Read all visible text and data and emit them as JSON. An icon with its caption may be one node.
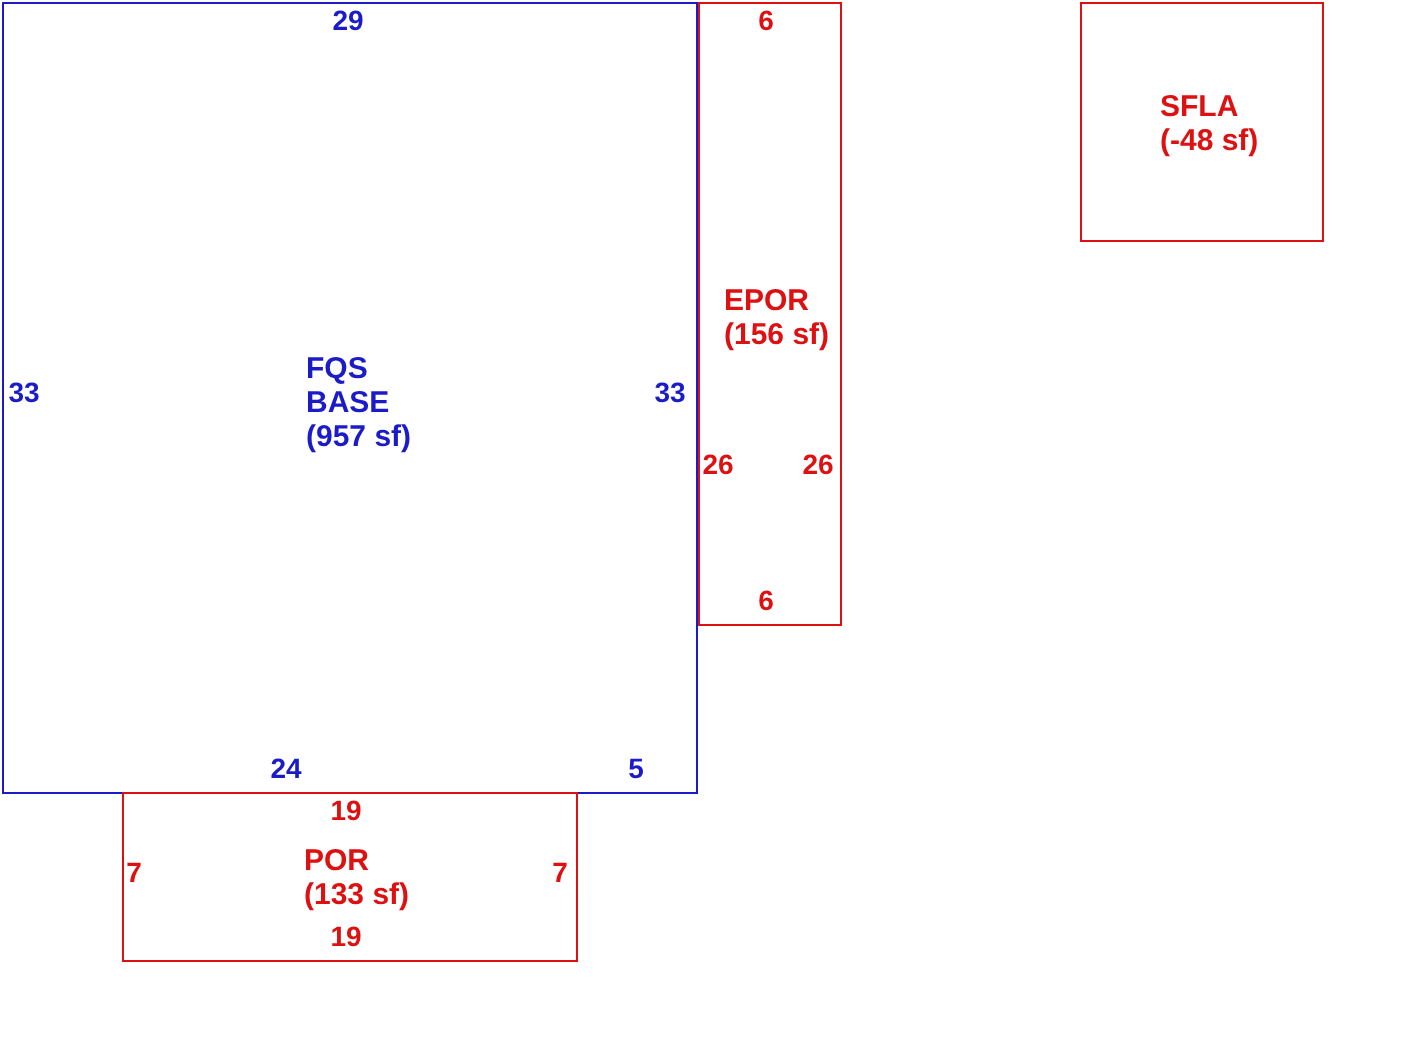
{
  "diagram": {
    "nodes": [
      {
        "text": [
          "FQS BASE",
          "(957 sf)"
        ]
      },
      {
        "text": [
          "EPOR",
          "(156 sf)"
        ]
      },
      {
        "text": [
          "SFLA",
          "(-48 sf)"
        ]
      },
      {
        "text": [
          "POR",
          "(133 sf)"
        ]
      }
    ],
    "labels": [
      "29",
      "6",
      "33",
      "33",
      "26",
      "26",
      "6",
      "24",
      "5",
      "19",
      "7",
      "7",
      "19"
    ]
  }
}
